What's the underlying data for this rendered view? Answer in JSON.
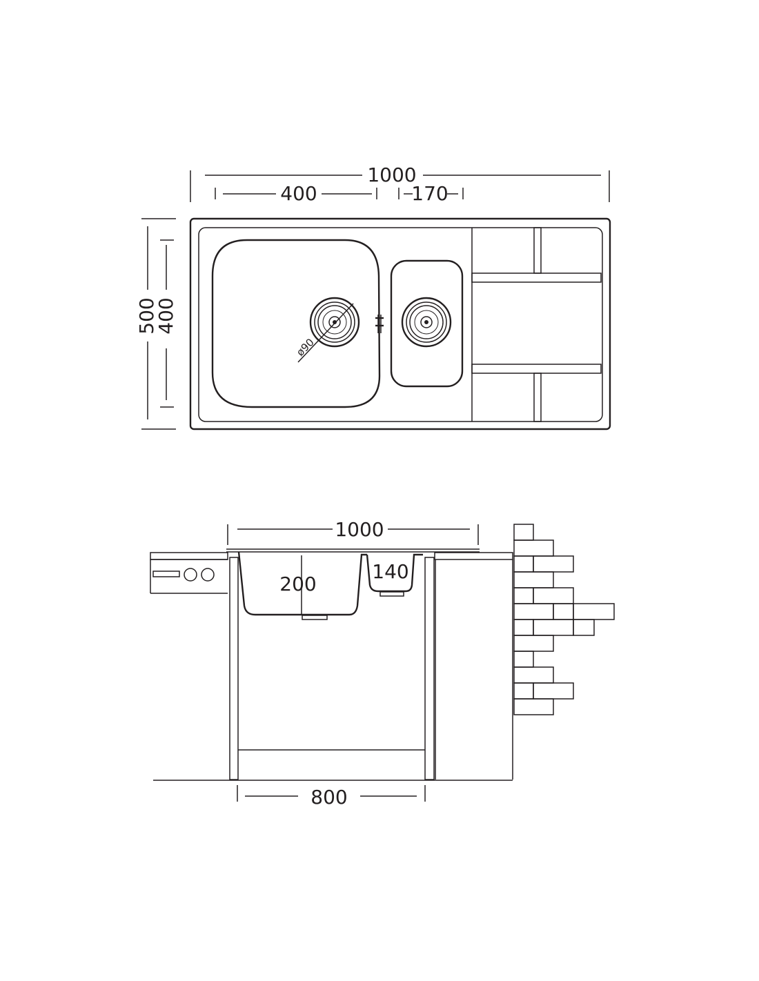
{
  "top_view": {
    "overall_length": "1000",
    "bowl_main_width": "400",
    "bowl_small_width": "170",
    "overall_depth": "500",
    "bowl_depth": "400",
    "drain_diameter": "ø90"
  },
  "section_view": {
    "overall_length": "1000",
    "bowl_main_height": "200",
    "bowl_small_height": "140",
    "cabinet_width": "800"
  }
}
